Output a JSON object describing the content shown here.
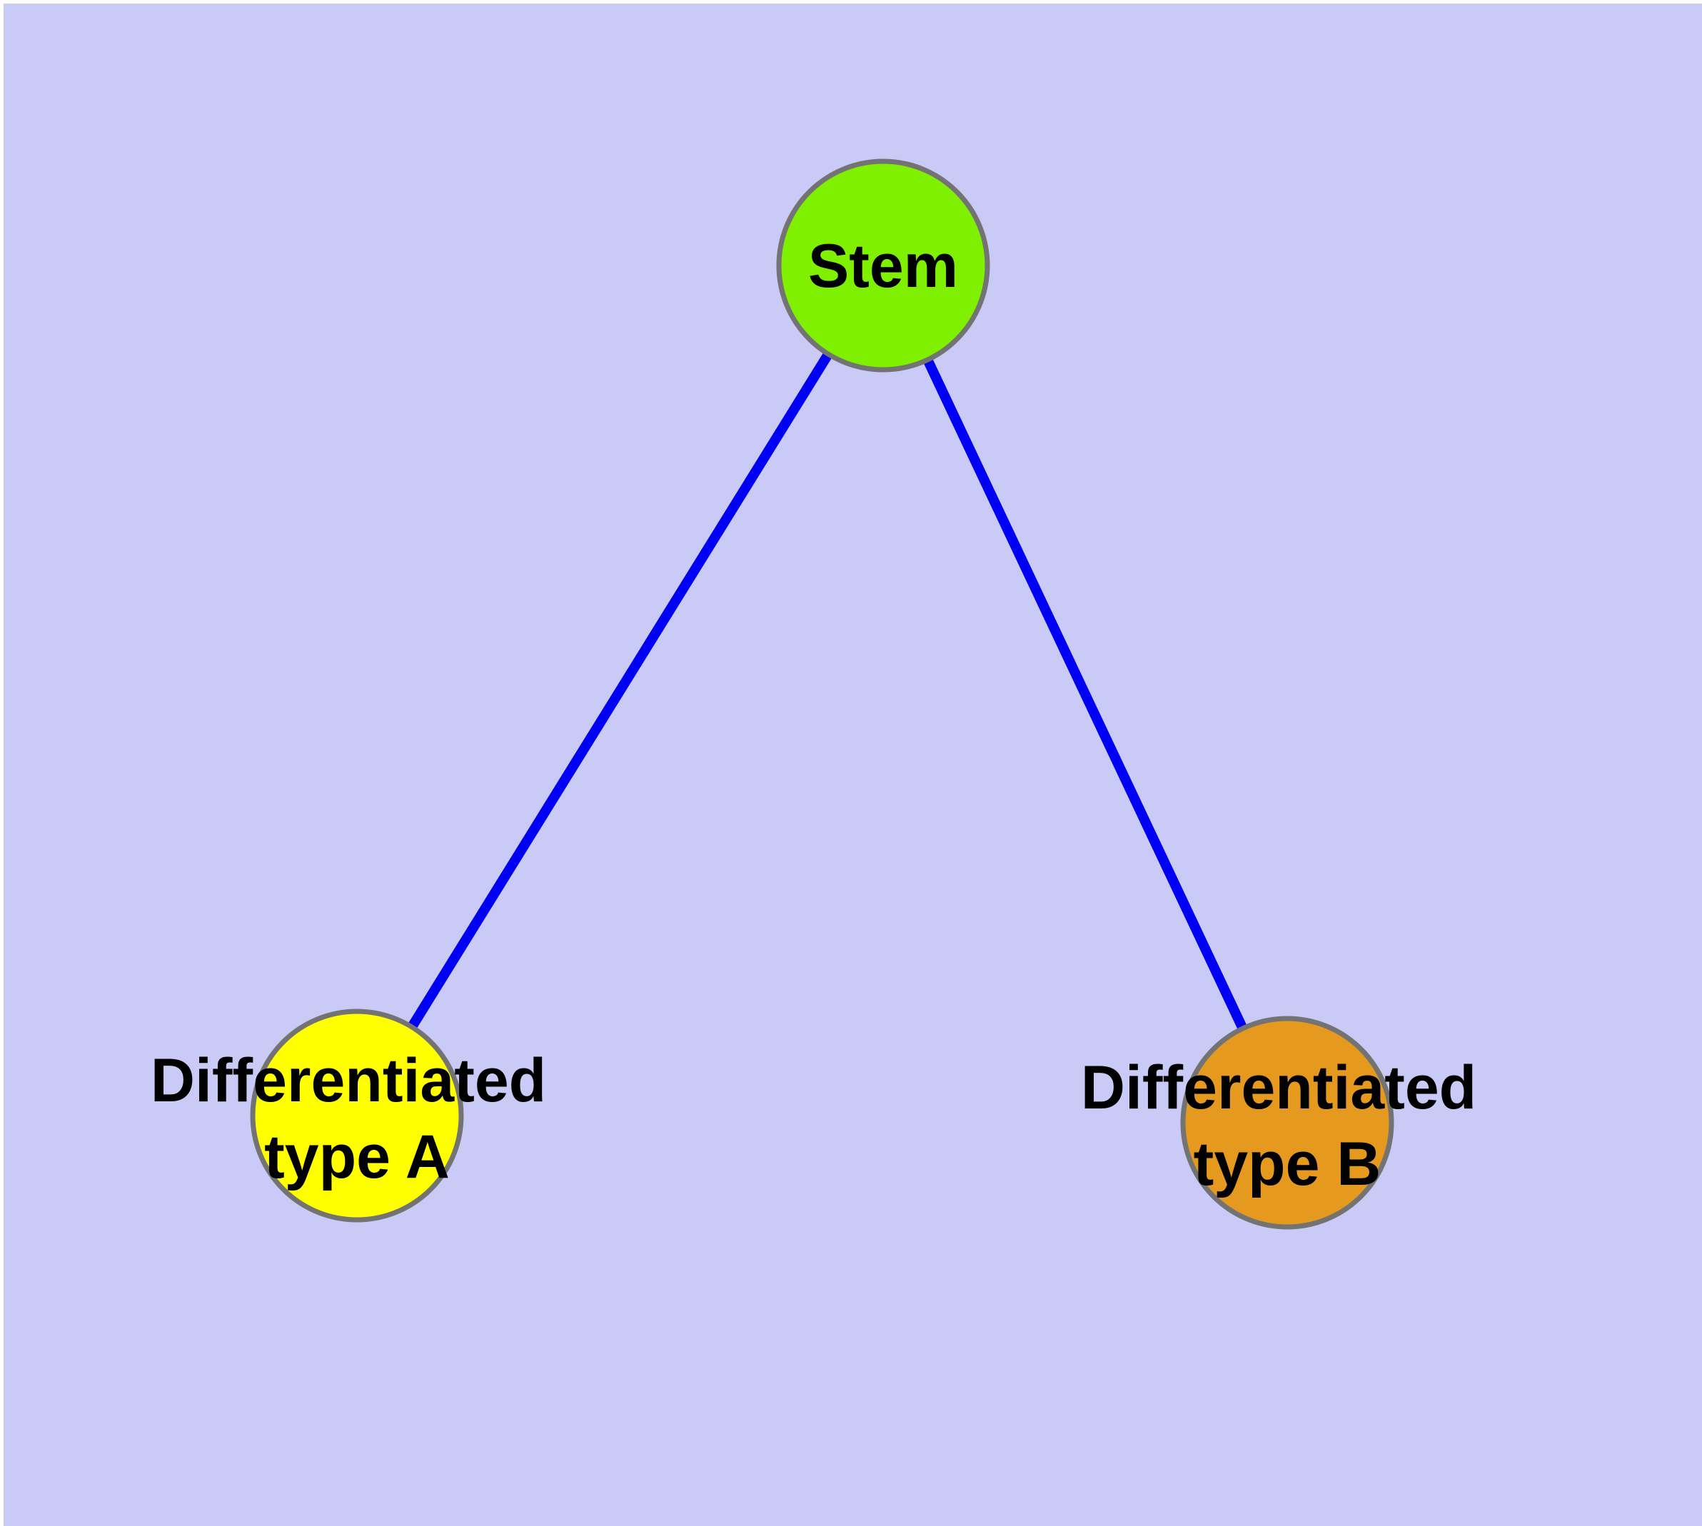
{
  "diagram": {
    "type": "graph",
    "description": "Stem cell differentiation diagram with one root node and two child nodes",
    "background_color": "#cacaf6",
    "edge_color": "#0000f5",
    "node_border_color": "#737373",
    "label_color": "#000000",
    "nodes": [
      {
        "id": "stem",
        "label": "Stem",
        "color": "#7ff000"
      },
      {
        "id": "differentiated-type-a",
        "label": "Differentiated type A",
        "line1": "Differentiated",
        "line2": "type A",
        "color": "#ffff00"
      },
      {
        "id": "differentiated-type-b",
        "label": "Differentiated type B",
        "line1": "Differentiated",
        "line2": "type B",
        "color": "#e5991e"
      }
    ],
    "edges": [
      {
        "from": "Stem",
        "to": "Differentiated type A"
      },
      {
        "from": "Stem",
        "to": "Differentiated type B"
      }
    ]
  }
}
